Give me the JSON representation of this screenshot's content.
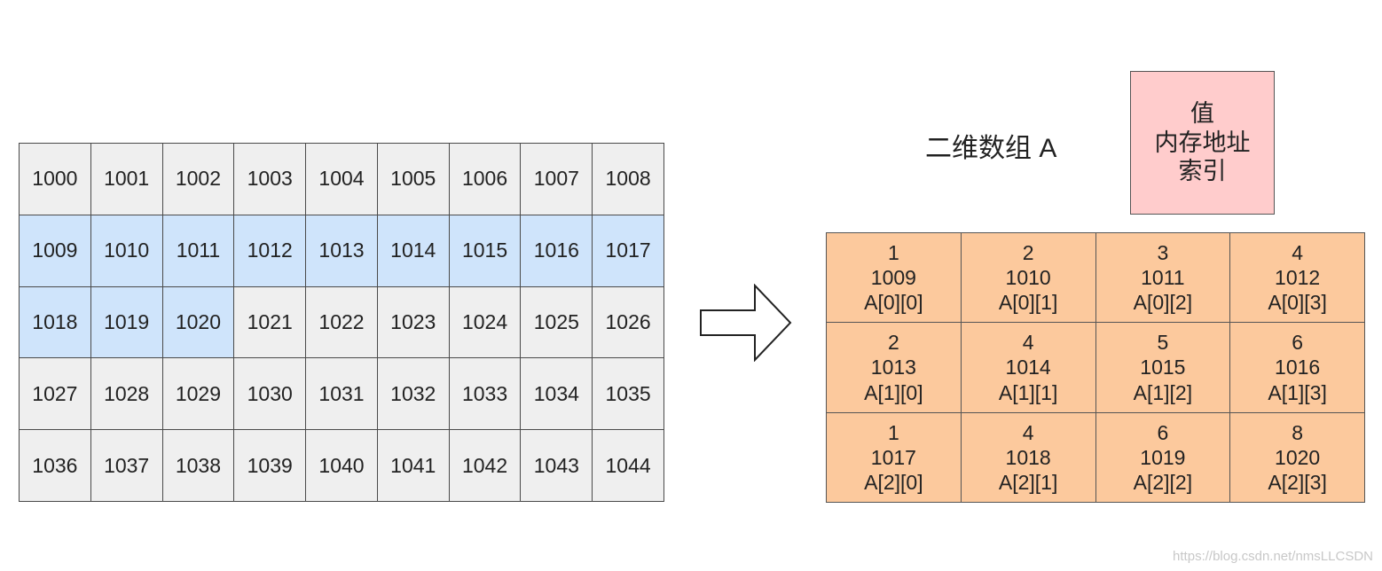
{
  "memory": {
    "cells": [
      "1000",
      "1001",
      "1002",
      "1003",
      "1004",
      "1005",
      "1006",
      "1007",
      "1008",
      "1009",
      "1010",
      "1011",
      "1012",
      "1013",
      "1014",
      "1015",
      "1016",
      "1017",
      "1018",
      "1019",
      "1020",
      "1021",
      "1022",
      "1023",
      "1024",
      "1025",
      "1026",
      "1027",
      "1028",
      "1029",
      "1030",
      "1031",
      "1032",
      "1033",
      "1034",
      "1035",
      "1036",
      "1037",
      "1038",
      "1039",
      "1040",
      "1041",
      "1042",
      "1043",
      "1044"
    ],
    "highlight_from": "1009",
    "highlight_to": "1020"
  },
  "array": {
    "title": "二维数组 A",
    "legend": [
      "值",
      "内存地址",
      "索引"
    ],
    "cells": [
      {
        "value": "1",
        "address": "1009",
        "index": "A[0][0]"
      },
      {
        "value": "2",
        "address": "1010",
        "index": "A[0][1]"
      },
      {
        "value": "3",
        "address": "1011",
        "index": "A[0][2]"
      },
      {
        "value": "4",
        "address": "1012",
        "index": "A[0][3]"
      },
      {
        "value": "2",
        "address": "1013",
        "index": "A[1][0]"
      },
      {
        "value": "4",
        "address": "1014",
        "index": "A[1][1]"
      },
      {
        "value": "5",
        "address": "1015",
        "index": "A[1][2]"
      },
      {
        "value": "6",
        "address": "1016",
        "index": "A[1][3]"
      },
      {
        "value": "1",
        "address": "1017",
        "index": "A[2][0]"
      },
      {
        "value": "4",
        "address": "1018",
        "index": "A[2][1]"
      },
      {
        "value": "6",
        "address": "1019",
        "index": "A[2][2]"
      },
      {
        "value": "8",
        "address": "1020",
        "index": "A[2][3]"
      }
    ]
  },
  "colors": {
    "memory_cell": "#efefef",
    "memory_highlight": "#cfe4fb",
    "array_cell": "#fcc99d",
    "legend_box": "#ffcccc"
  },
  "watermark": "https://blog.csdn.net/nmsLLCSDN"
}
